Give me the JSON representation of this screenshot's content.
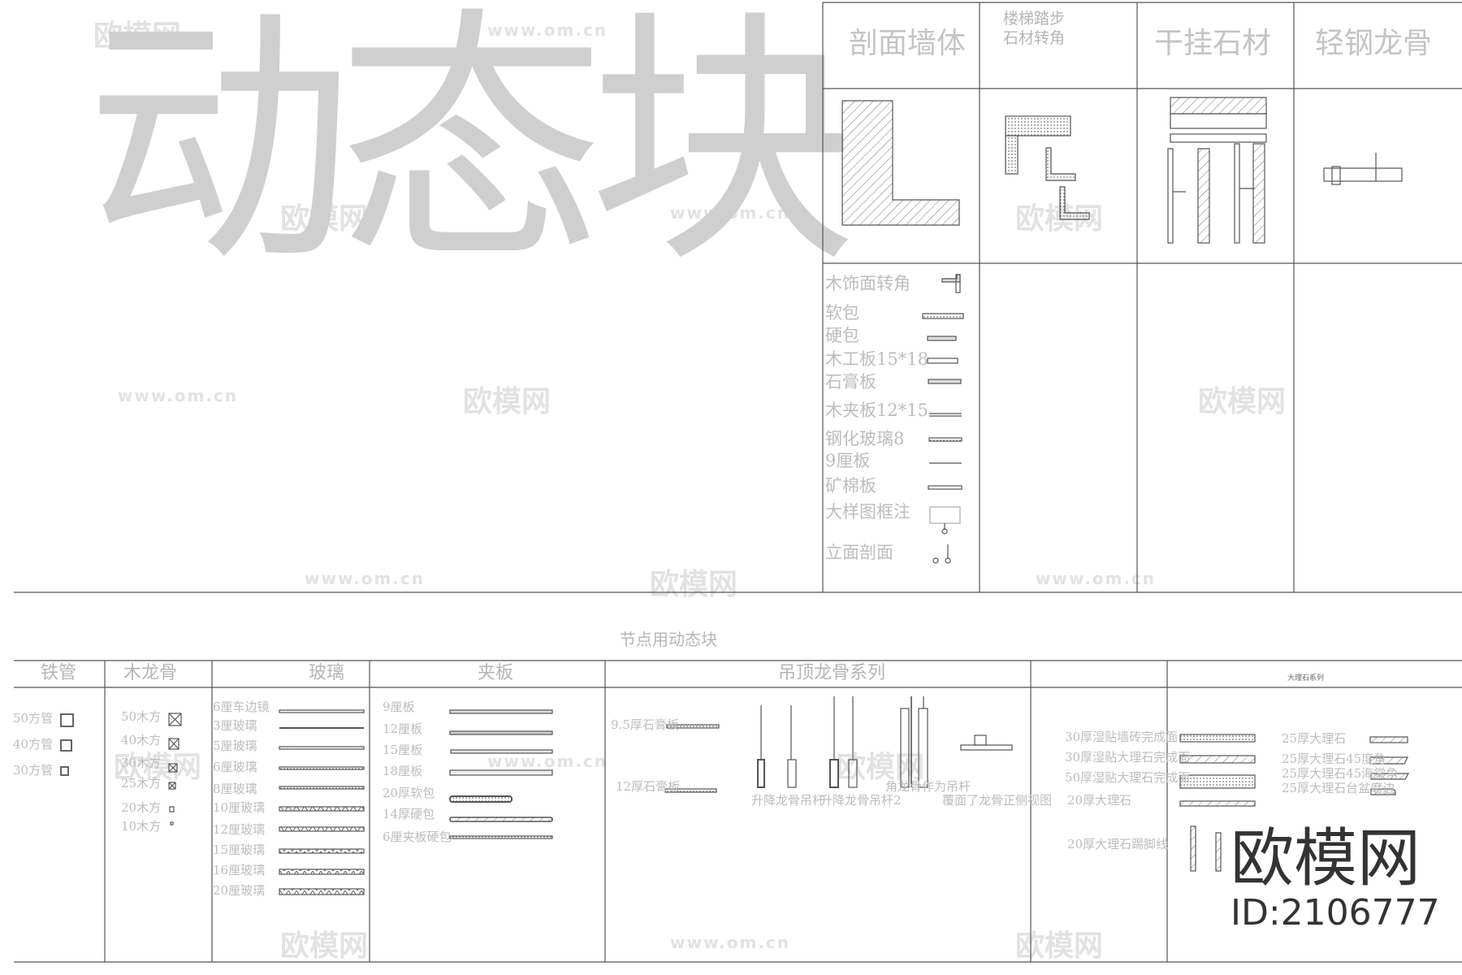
{
  "main_title": "动态块",
  "top_table": {
    "headers": [
      "剖面墙体",
      "楼梯踏步\n石材转角",
      "干挂石材",
      "轻钢龙骨"
    ],
    "header_stair_line1": "楼梯踏步",
    "header_stair_line2": "石材转角",
    "items": [
      "木饰面转角",
      "软包",
      "硬包",
      "木工板15*18",
      "石膏板",
      "木夹板12*15",
      "钢化玻璃8",
      "9厘板",
      "矿棉板",
      "大样图框注",
      "立面剖面"
    ]
  },
  "section_title": "节点用动态块",
  "bottom_table": {
    "headers": [
      "铁管",
      "木龙骨",
      "玻璃",
      "夹板",
      "吊顶龙骨系列",
      "",
      "大理石系列"
    ],
    "iron_pipe": [
      "50方管",
      "40方管",
      "30方管"
    ],
    "wood_keel": [
      "50木方",
      "40木方",
      "30木方",
      "25木方",
      "20木方",
      "10木方"
    ],
    "glass": [
      "6厘车边镜",
      "3厘玻璃",
      "5厘玻璃",
      "6厘玻璃",
      "8厘玻璃",
      "10厘玻璃",
      "12厘玻璃",
      "15厘玻璃",
      "16厘玻璃",
      "20厘玻璃"
    ],
    "plywood": [
      "9厘板",
      "12厘板",
      "15厘板",
      "18厘板",
      "20厚软包",
      "14厚硬包",
      "6厘夹板硬包"
    ],
    "ceiling": {
      "gypsum": [
        "9.5厚石膏板",
        "12厚石膏板"
      ],
      "captions": [
        "升降龙骨吊杆",
        "升降龙骨吊杆2",
        "角龙骨作为吊杆",
        "覆面了龙骨正侧视图"
      ]
    },
    "stone_finish": [
      "30厚湿贴墙砖完成面",
      "30厚湿贴大理石完成面",
      "50厚湿贴大理石完成面",
      "20厚大理石",
      "20厚大理石踢脚线"
    ],
    "marble": [
      "25厚大理石",
      "25厚大理石45度角",
      "25厚大理石45海棠角",
      "25厚大理石台盆磨边"
    ]
  },
  "watermark": {
    "logo": "欧模网",
    "url": "www.om.cn",
    "id": "ID:2106777"
  },
  "colors": {
    "line": "#555555",
    "label": "#bdbdbd",
    "title": "#cfcfcf"
  }
}
